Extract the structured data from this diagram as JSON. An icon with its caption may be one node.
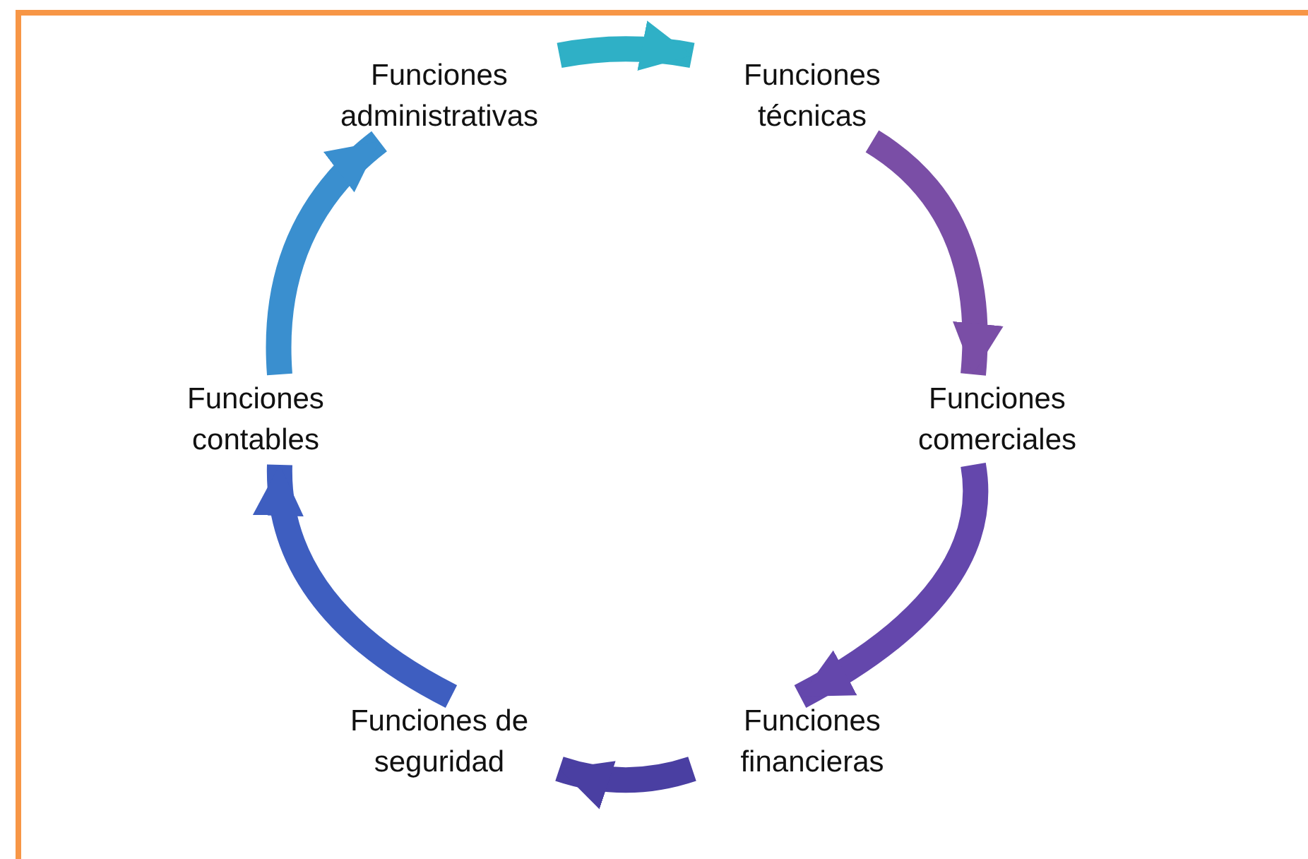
{
  "diagram": {
    "nodes": [
      {
        "text": [
          "Funciones administrativas"
        ]
      },
      {
        "text": [
          "Funciones técnicas"
        ]
      },
      {
        "text": [
          "Funciones comerciales"
        ]
      },
      {
        "text": [
          "Funciones financieras"
        ]
      },
      {
        "text": [
          "Funciones de seguridad"
        ]
      },
      {
        "text": [
          "Funciones contables"
        ]
      }
    ],
    "edges": [
      {
        "from": 0,
        "to": 1,
        "arrow": "to",
        "color": "#2fb0c6"
      },
      {
        "from": 1,
        "to": 2,
        "arrow": "to",
        "color": "#7a4ea6"
      },
      {
        "from": 2,
        "to": 3,
        "arrow": "to",
        "color": "#6447ac"
      },
      {
        "from": 3,
        "to": 4,
        "arrow": "to",
        "color": "#4a3fa2"
      },
      {
        "from": 4,
        "to": 5,
        "arrow": "to",
        "color": "#3e5ec0"
      },
      {
        "from": 5,
        "to": 0,
        "arrow": "to",
        "color": "#3a8fcf"
      }
    ]
  }
}
